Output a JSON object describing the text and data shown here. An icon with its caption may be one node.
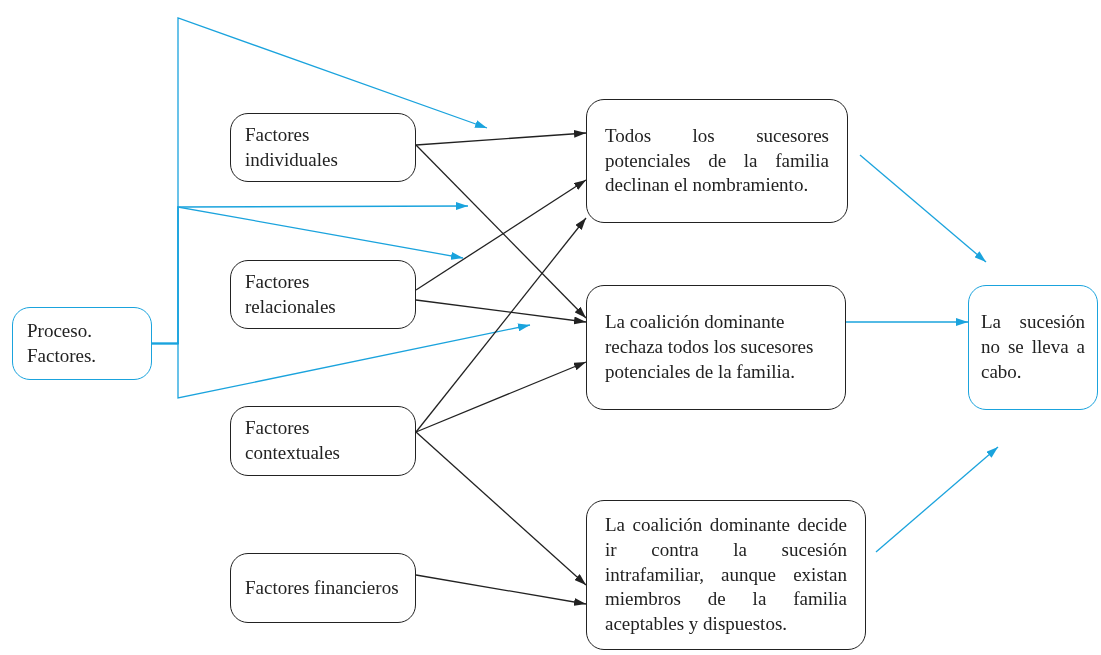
{
  "diagram": {
    "nodes": [
      {
        "text": [
          "Proceso. Factores."
        ]
      },
      {
        "text": [
          "Factores individuales"
        ]
      },
      {
        "text": [
          "Factores relacionales"
        ]
      },
      {
        "text": [
          "Factores contextuales"
        ]
      },
      {
        "text": [
          "Factores financieros"
        ]
      },
      {
        "text": [
          "Todos los sucesores potenciales de la familia declinan el nombramiento."
        ]
      },
      {
        "text": [
          "La coalición dominante rechaza todos los sucesores potenciales de la familia."
        ]
      },
      {
        "text": [
          "La coalición dominante decide ir contra la sucesión intrafamiliar, aunque existan miembros de la familia aceptables y dispuestos."
        ]
      },
      {
        "text": [
          "La sucesión no se lleva a cabo."
        ]
      }
    ],
    "edges": [
      {
        "from": 0,
        "to": null,
        "arrow": "to",
        "color": "#1aa3dd"
      },
      {
        "from": 0,
        "to": null,
        "arrow": "to",
        "color": "#1aa3dd"
      },
      {
        "from": 0,
        "to": null,
        "arrow": "to",
        "color": "#1aa3dd"
      },
      {
        "from": 0,
        "to": null,
        "arrow": "to",
        "color": "#1aa3dd"
      },
      {
        "from": 1,
        "to": 5,
        "arrow": "to"
      },
      {
        "from": 1,
        "to": 6,
        "arrow": "to"
      },
      {
        "from": 2,
        "to": 5,
        "arrow": "to"
      },
      {
        "from": 2,
        "to": 6,
        "arrow": "to"
      },
      {
        "from": 3,
        "to": 5,
        "arrow": "to"
      },
      {
        "from": 3,
        "to": 6,
        "arrow": "to"
      },
      {
        "from": 3,
        "to": 7,
        "arrow": "to"
      },
      {
        "from": 4,
        "to": 7,
        "arrow": "to"
      },
      {
        "from": 5,
        "to": 8,
        "arrow": "to",
        "color": "#1aa3dd"
      },
      {
        "from": 6,
        "to": 8,
        "arrow": "to",
        "color": "#1aa3dd"
      },
      {
        "from": 7,
        "to": 8,
        "arrow": "to",
        "color": "#1aa3dd"
      }
    ]
  }
}
